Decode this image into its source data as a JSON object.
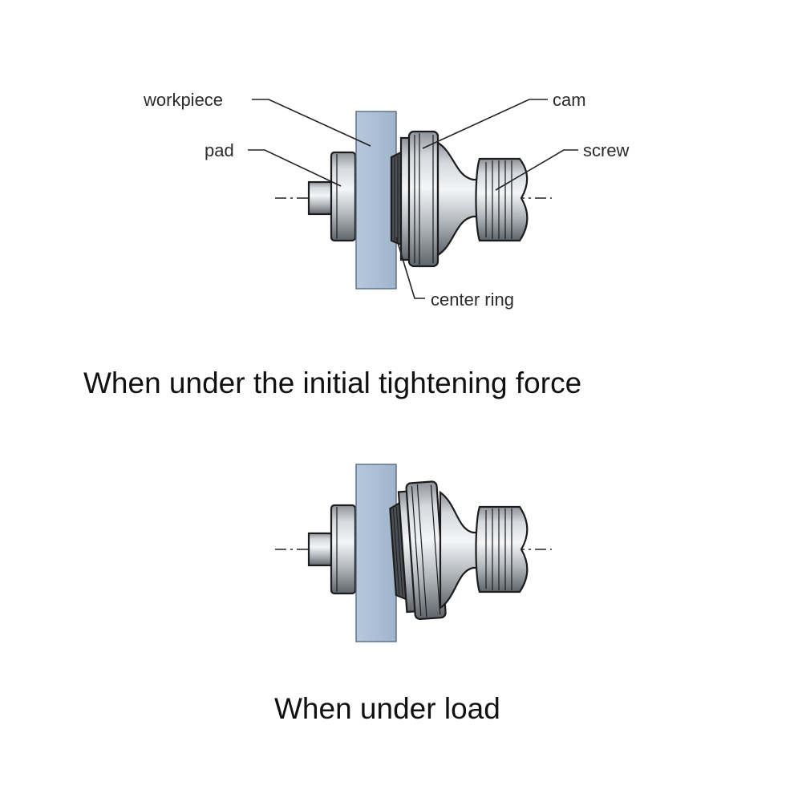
{
  "diagrams": [
    {
      "state": "initial",
      "labels": {
        "workpiece": "workpiece",
        "pad": "pad",
        "cam": "cam",
        "screw": "screw",
        "center_ring": "center ring"
      },
      "caption": "When under the initial tightening force"
    },
    {
      "state": "load",
      "caption": "When under load"
    }
  ],
  "colors": {
    "workpiece": "#a9bdd4",
    "metal_light": "#eef0f2",
    "metal_mid": "#b9bdc3",
    "metal_dark": "#6d7279",
    "outline": "#1c1c1c"
  }
}
